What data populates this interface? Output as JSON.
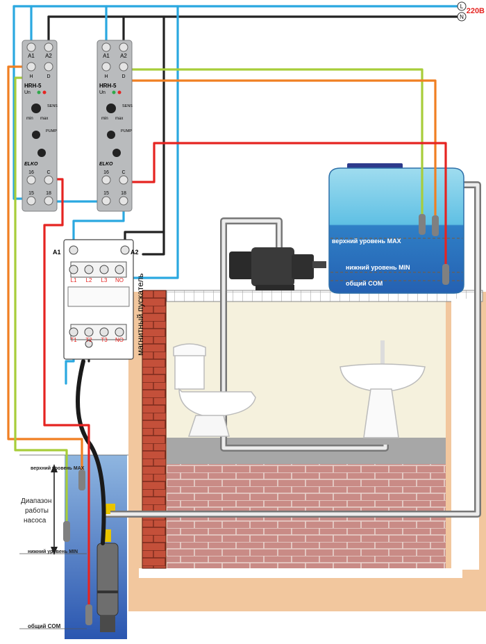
{
  "supply": {
    "l_mark": "L",
    "n_mark": "N",
    "voltage": "220В"
  },
  "relays": [
    {
      "model": "HRH-5",
      "top_terminals": [
        "A1",
        "A2"
      ],
      "sensor_terminals": [
        "H",
        "D"
      ],
      "led_label": "Un",
      "sens_label": "SENS",
      "sens_min": "min",
      "sens_max": "max",
      "pump_label": "PUMP",
      "brand": "ELKO",
      "contact_terminals": [
        "16",
        "C"
      ],
      "bottom_terminals": [
        "15",
        "18"
      ]
    },
    {
      "model": "HRH-5",
      "top_terminals": [
        "A1",
        "A2"
      ],
      "sensor_terminals": [
        "H",
        "D"
      ],
      "led_label": "Un",
      "sens_label": "SENS",
      "sens_min": "min",
      "sens_max": "max",
      "pump_label": "PUMP",
      "brand": "ELKO",
      "contact_terminals": [
        "16",
        "C"
      ],
      "bottom_terminals": [
        "15",
        "18"
      ]
    }
  ],
  "contactor": {
    "coil_left": "A1",
    "coil_right": "A2",
    "top_terminals": [
      "L1",
      "L2",
      "L3",
      "NO"
    ],
    "bottom_terminals": [
      "T1",
      "T2",
      "T3",
      "NO"
    ],
    "caption": "магнитный пускатель"
  },
  "tank": {
    "max_label": "верхний уровень MAX",
    "min_label": "нижний уровень MIN",
    "com_label": "общий COM"
  },
  "well": {
    "max_label": "верхний уровень MAX",
    "range_label": [
      "Диапазон",
      "работы",
      "насоса"
    ],
    "min_label": "нижний уровень MIN",
    "com_label": "общий COM"
  },
  "colors": {
    "line_wire": "#2aa8e0",
    "neutral_wire": "#222222",
    "orange_wire": "#f07f22",
    "green_wire": "#a8cd3a",
    "red_wire": "#e52421",
    "relay_body": "#b9bbbd",
    "tank_water": "#2e86c8",
    "brick": "#c45a3c"
  }
}
